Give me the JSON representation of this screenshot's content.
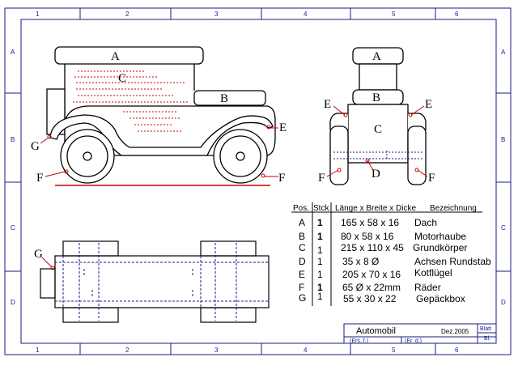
{
  "border_labels": {
    "columns": [
      "1",
      "2",
      "3",
      "4",
      "5",
      "6"
    ],
    "rows": [
      "A",
      "B",
      "C",
      "D"
    ]
  },
  "side_view_labels": {
    "a": "A",
    "b": "B",
    "c": "C",
    "e": "E",
    "f_left": "F",
    "f_right": "F",
    "g": "G"
  },
  "front_view_labels": {
    "a": "A",
    "b": "B",
    "c": "C",
    "d": "D",
    "e_left": "E",
    "e_right": "E",
    "f_left": "F",
    "f_right": "F"
  },
  "top_view_labels": {
    "g": "G"
  },
  "parts_table": {
    "headers": {
      "pos": "Pos.",
      "qty": "Stck",
      "dims": "Länge x Breite x Dicke",
      "name": "Bezeichnung"
    },
    "rows": [
      {
        "pos": "A",
        "qty": "1",
        "dims": "165 x 58 x 16",
        "name": "Dach"
      },
      {
        "pos": "B",
        "qty": "1",
        "dims": "80  x 58 x 16",
        "name": "Motorhaube"
      },
      {
        "pos": "C",
        "qty": "1",
        "dims": "215 x 110 x 45",
        "name": "Grundkörper"
      },
      {
        "pos": "D",
        "qty": "1",
        "dims": "35 x 8 Ø",
        "name": "Achsen Rundstab"
      },
      {
        "pos": "E",
        "qty": "1",
        "dims": "205 x 70 x 16",
        "name": "Kotflügel"
      },
      {
        "pos": "F",
        "qty": "1",
        "dims": "65 Ø x 22mm",
        "name": "Räder"
      },
      {
        "pos": "G",
        "qty": "1",
        "dims": "55 x 30 x 22",
        "name": "Gepäckbox"
      }
    ]
  },
  "title_block": {
    "title": "Automobil",
    "date": "Dez.2005",
    "sheet_label": "Blatt",
    "sheet_value": "Bl.",
    "replaced_by": "(Ers. f.)",
    "replaces": "(Er. d.)"
  },
  "colors": {
    "line": "#000000",
    "frame": "#1a1a8a",
    "accent": "#cc0000"
  }
}
